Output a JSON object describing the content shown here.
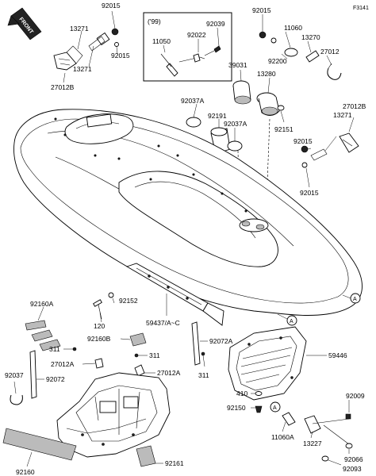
{
  "diagram_code": "F3141",
  "front_badge": "FRONT",
  "inset_year": "('99)",
  "callout_letter": "A",
  "parts": {
    "p92015_a": "92015",
    "p13271_a": "13271",
    "p92015_b": "92015",
    "p13271_b": "13271",
    "p27012B_a": "27012B",
    "p11050": "11050",
    "p92022": "92022",
    "p92039": "92039",
    "p92015_c": "92015",
    "p11060": "11060",
    "p13270": "13270",
    "p27012": "27012",
    "p92200": "92200",
    "p39031": "39031",
    "p13280": "13280",
    "p92037A_a": "92037A",
    "p92191": "92191",
    "p92037A_b": "92037A",
    "p92151": "92151",
    "p27012B_b": "27012B",
    "p13271_c": "13271",
    "p92015_d": "92015",
    "p92015_e": "92015",
    "p92160A": "92160A",
    "p120": "120",
    "p92152": "92152",
    "p59437": "59437/A~C",
    "p311_a": "311",
    "p92160B": "92160B",
    "p311_b": "311",
    "p92072A": "92072A",
    "p92037": "92037",
    "p27012A_a": "27012A",
    "p27012A_b": "27012A",
    "p92072": "92072",
    "p311_c": "311",
    "p59446": "59446",
    "p410": "410",
    "p92150": "92150",
    "p11060A": "11060A",
    "p13227": "13227",
    "p92009": "92009",
    "p92066": "92066",
    "p92093": "92093",
    "p92160": "92160",
    "p92161": "92161"
  }
}
